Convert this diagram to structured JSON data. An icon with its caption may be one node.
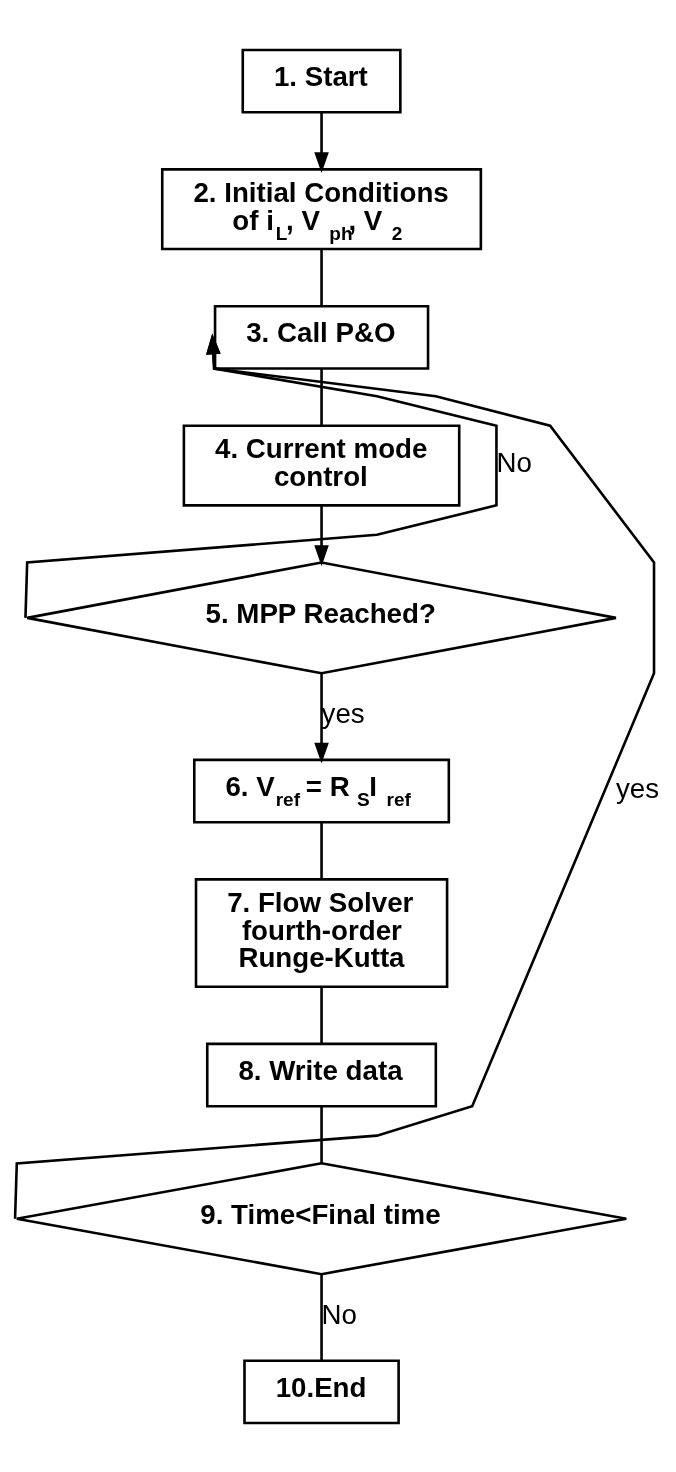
{
  "diagram": {
    "nodes": [
      {
        "text": [
          "1. Start"
        ]
      },
      {
        "text": [
          "2. Initial Conditions of i$_{L}$, V$_{ph}$, V$_{2}$"
        ]
      },
      {
        "text": [
          "3. Call P&O"
        ]
      },
      {
        "text": [
          "4. Current mode control"
        ]
      },
      {
        "text": [
          "5. MPP Reached?"
        ]
      },
      {
        "text": [
          "6. V$_{ref}$ = R$_{S}$I$_{ref}$"
        ]
      },
      {
        "text": [
          "7. Flow Solver fourth-order Runge-Kutta"
        ]
      },
      {
        "text": [
          "8. Write data"
        ]
      },
      {
        "text": [
          "9. Time<Final time"
        ]
      },
      {
        "text": [
          "10.End"
        ]
      }
    ],
    "edges": [
      {
        "from": 0,
        "to": 1,
        "arrow": "to"
      },
      {
        "from": 1,
        "to": 2,
        "arrow": "none"
      },
      {
        "from": 2,
        "to": 3,
        "arrow": "none"
      },
      {
        "from": 3,
        "to": 4,
        "arrow": "to"
      },
      {
        "from": 4,
        "to": 5,
        "arrow": "to",
        "label": "yes"
      },
      {
        "from": 5,
        "to": 6,
        "arrow": "none"
      },
      {
        "from": 6,
        "to": 7,
        "arrow": "none"
      },
      {
        "from": 7,
        "to": 8,
        "arrow": "none"
      },
      {
        "from": 8,
        "to": 2,
        "arrow": "to",
        "label": "yes"
      },
      {
        "from": 4,
        "to": 2,
        "arrow": "to",
        "label": "No"
      },
      {
        "from": 8,
        "to": 9,
        "arrow": "none",
        "label": "No"
      }
    ]
  }
}
